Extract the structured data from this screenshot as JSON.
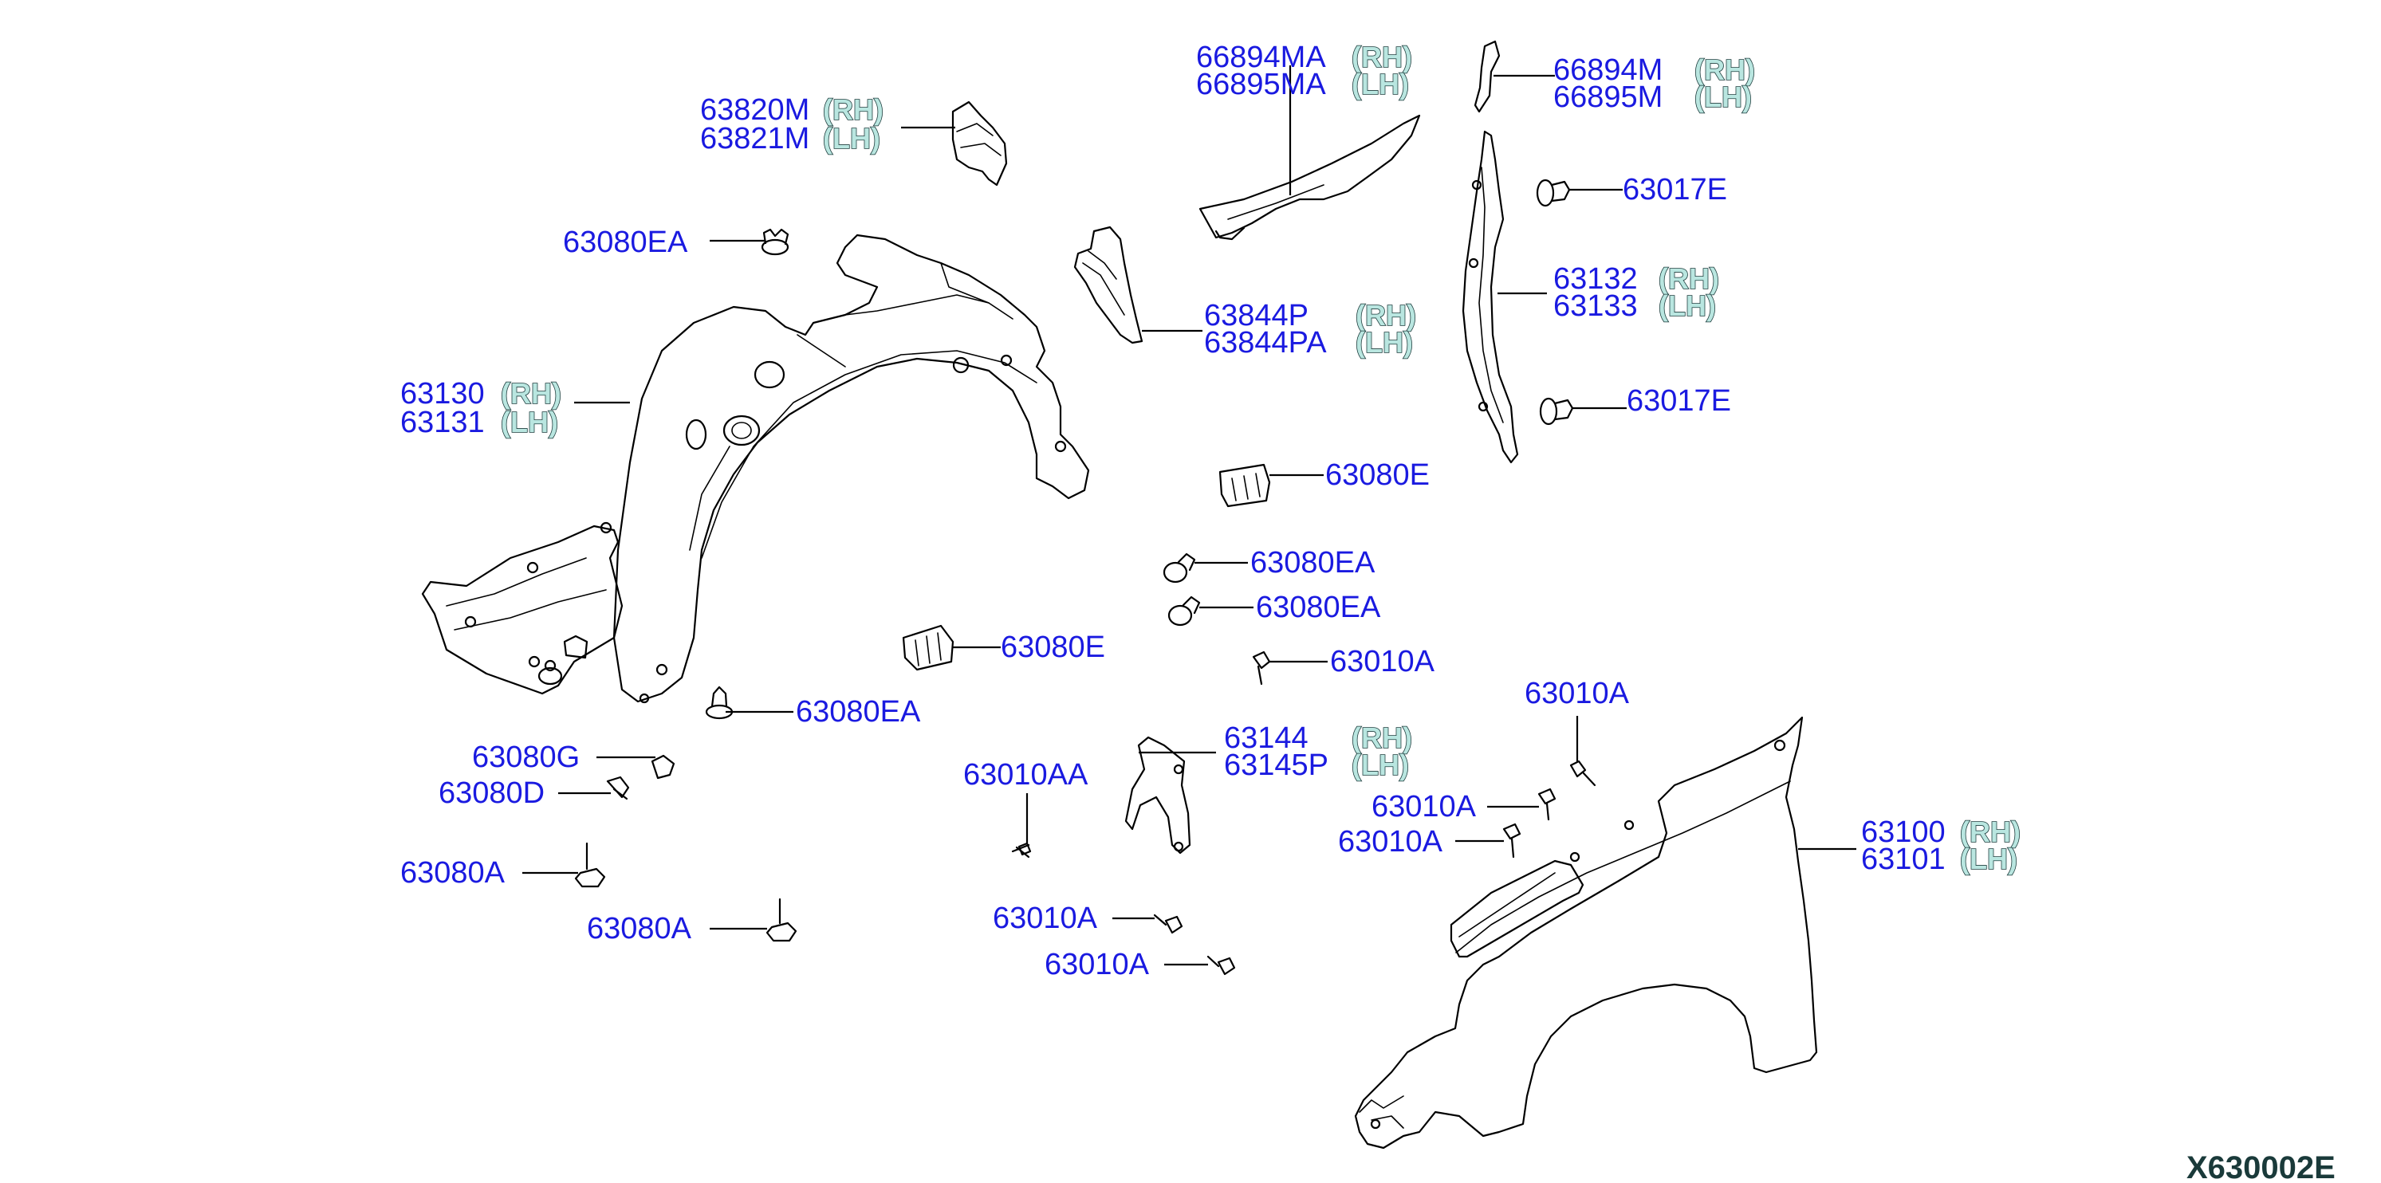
{
  "diagram_ref": "X630002E",
  "callouts": [
    {
      "id": "wheel-arch-liner-bracket",
      "lines": [
        {
          "pn": "63820M",
          "side": "(RH)"
        },
        {
          "pn": "63821M",
          "side": "(LH)"
        }
      ]
    },
    {
      "id": "clip-upper-left",
      "lines": [
        {
          "pn": "63080EA",
          "side": ""
        }
      ]
    },
    {
      "id": "front-fender-protector",
      "lines": [
        {
          "pn": "63130",
          "side": "(RH)"
        },
        {
          "pn": "63131",
          "side": "(LH)"
        }
      ]
    },
    {
      "id": "fender-cover-upper",
      "lines": [
        {
          "pn": "66894MA",
          "side": "(RH)"
        },
        {
          "pn": "66895MA",
          "side": "(LH)"
        }
      ]
    },
    {
      "id": "fender-cover-clip",
      "lines": [
        {
          "pn": "66894M",
          "side": "(RH)"
        },
        {
          "pn": "66895M",
          "side": "(LH)"
        }
      ]
    },
    {
      "id": "clip-upper-right",
      "lines": [
        {
          "pn": "63017E",
          "side": ""
        }
      ]
    },
    {
      "id": "fender-seal",
      "lines": [
        {
          "pn": "63132",
          "side": "(RH)"
        },
        {
          "pn": "63133",
          "side": "(LH)"
        }
      ]
    },
    {
      "id": "clip-lower-right",
      "lines": [
        {
          "pn": "63017E",
          "side": ""
        }
      ]
    },
    {
      "id": "fender-insulator",
      "lines": [
        {
          "pn": "63844P",
          "side": "(RH)"
        },
        {
          "pn": "63844PA",
          "side": "(LH)"
        }
      ]
    },
    {
      "id": "grommet-center",
      "lines": [
        {
          "pn": "63080E",
          "side": ""
        }
      ]
    },
    {
      "id": "clip-center-1",
      "lines": [
        {
          "pn": "63080EA",
          "side": ""
        }
      ]
    },
    {
      "id": "clip-center-2",
      "lines": [
        {
          "pn": "63080EA",
          "side": ""
        }
      ]
    },
    {
      "id": "bolt-center",
      "lines": [
        {
          "pn": "63010A",
          "side": ""
        }
      ]
    },
    {
      "id": "grommet-left",
      "lines": [
        {
          "pn": "63080E",
          "side": ""
        }
      ]
    },
    {
      "id": "clip-lower-left",
      "lines": [
        {
          "pn": "63080EA",
          "side": ""
        }
      ]
    },
    {
      "id": "nut-g",
      "lines": [
        {
          "pn": "63080G",
          "side": ""
        }
      ]
    },
    {
      "id": "screw-d",
      "lines": [
        {
          "pn": "63080D",
          "side": ""
        }
      ]
    },
    {
      "id": "bolt-a-left",
      "lines": [
        {
          "pn": "63080A",
          "side": ""
        }
      ]
    },
    {
      "id": "bolt-a-mid",
      "lines": [
        {
          "pn": "63080A",
          "side": ""
        }
      ]
    },
    {
      "id": "fender-bracket",
      "lines": [
        {
          "pn": "63144",
          "side": "(RH)"
        },
        {
          "pn": "63145P",
          "side": "(LH)"
        }
      ]
    },
    {
      "id": "bolt-aa",
      "lines": [
        {
          "pn": "63010AA",
          "side": ""
        }
      ]
    },
    {
      "id": "bolt-a-1",
      "lines": [
        {
          "pn": "63010A",
          "side": ""
        }
      ]
    },
    {
      "id": "bolt-a-2",
      "lines": [
        {
          "pn": "63010A",
          "side": ""
        }
      ]
    },
    {
      "id": "bolt-fender-top",
      "lines": [
        {
          "pn": "63010A",
          "side": ""
        }
      ]
    },
    {
      "id": "bolt-fender-1",
      "lines": [
        {
          "pn": "63010A",
          "side": ""
        }
      ]
    },
    {
      "id": "bolt-fender-2",
      "lines": [
        {
          "pn": "63010A",
          "side": ""
        }
      ]
    },
    {
      "id": "front-fender",
      "lines": [
        {
          "pn": "63100",
          "side": "(RH)"
        },
        {
          "pn": "63101",
          "side": "(LH)"
        }
      ]
    }
  ]
}
